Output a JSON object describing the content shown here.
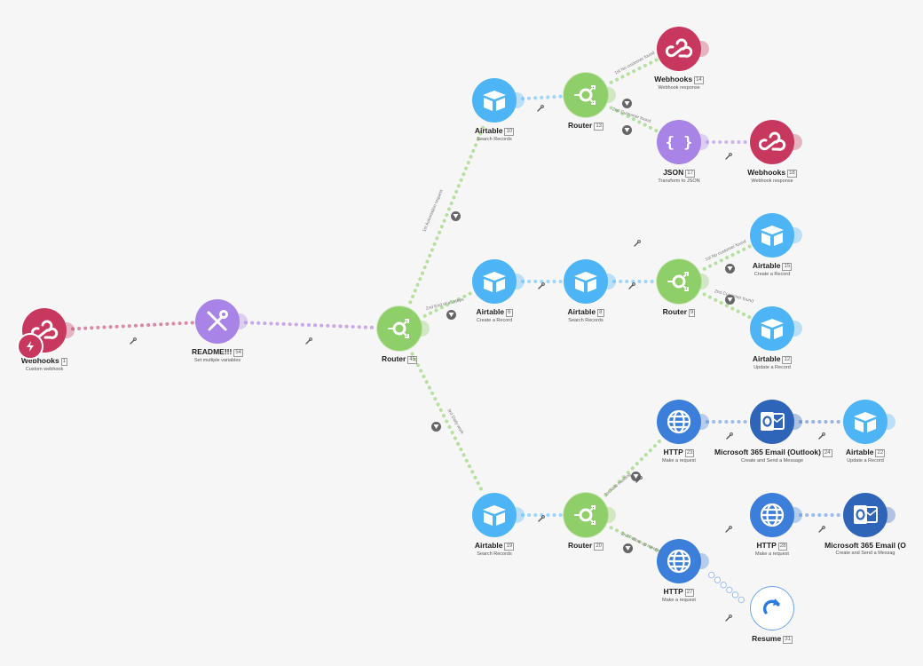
{
  "colors": {
    "webhook": "#c8385e",
    "tools": "#a884e6",
    "router": "#8fcf6a",
    "airtable": "#4db5f5",
    "json": "#a884e6",
    "http": "#3b7fdb",
    "outlook": "#2e65b8",
    "resume": "#ffffff"
  },
  "modules": [
    {
      "id": "m1",
      "title": "Webhooks",
      "num": "1",
      "subtitle": "Custom webhook",
      "type": "webhook",
      "trigger": true
    },
    {
      "id": "m54",
      "title": "README!!!",
      "num": "54",
      "subtitle": "Set multiple variables",
      "type": "tools"
    },
    {
      "id": "m45",
      "title": "Router",
      "num": "45",
      "subtitle": "",
      "type": "router"
    },
    {
      "id": "m10",
      "title": "Airtable",
      "num": "10",
      "subtitle": "Search Records",
      "type": "airtable"
    },
    {
      "id": "m13",
      "title": "Router",
      "num": "13",
      "subtitle": "",
      "type": "router"
    },
    {
      "id": "m14",
      "title": "Webhooks",
      "num": "14",
      "subtitle": "Webhook response",
      "type": "webhook"
    },
    {
      "id": "m17",
      "title": "JSON",
      "num": "17",
      "subtitle": "Transform to JSON",
      "type": "json"
    },
    {
      "id": "m18",
      "title": "Webhooks",
      "num": "18",
      "subtitle": "Webhook response",
      "type": "webhook"
    },
    {
      "id": "m6",
      "title": "Airtable",
      "num": "6",
      "subtitle": "Create a Record",
      "type": "airtable"
    },
    {
      "id": "m8",
      "title": "Airtable",
      "num": "8",
      "subtitle": "Search Records",
      "type": "airtable"
    },
    {
      "id": "m9",
      "title": "Router",
      "num": "9",
      "subtitle": "",
      "type": "router"
    },
    {
      "id": "m15",
      "title": "Airtable",
      "num": "15",
      "subtitle": "Create a Record",
      "type": "airtable"
    },
    {
      "id": "m12",
      "title": "Airtable",
      "num": "12",
      "subtitle": "Update a Record",
      "type": "airtable"
    },
    {
      "id": "m19",
      "title": "Airtable",
      "num": "19",
      "subtitle": "Search Records",
      "type": "airtable"
    },
    {
      "id": "m20",
      "title": "Router",
      "num": "20",
      "subtitle": "",
      "type": "router"
    },
    {
      "id": "m23",
      "title": "HTTP",
      "num": "23",
      "subtitle": "Make a request",
      "type": "http"
    },
    {
      "id": "m24",
      "title": "Microsoft 365 Email (Outlook)",
      "num": "24",
      "subtitle": "Create and Send a Message",
      "type": "outlook"
    },
    {
      "id": "m22",
      "title": "Airtable",
      "num": "22",
      "subtitle": "Update a Record",
      "type": "airtable"
    },
    {
      "id": "m27",
      "title": "HTTP",
      "num": "27",
      "subtitle": "Make a request",
      "type": "http"
    },
    {
      "id": "m28",
      "title": "HTTP",
      "num": "28",
      "subtitle": "Make a request",
      "type": "http"
    },
    {
      "id": "m29",
      "title": "Microsoft 365 Email (O",
      "num": "",
      "subtitle": "Create and Send a Messag",
      "type": "outlook"
    },
    {
      "id": "m31",
      "title": "Resume",
      "num": "31",
      "subtitle": "",
      "type": "resume"
    }
  ],
  "routes": [
    {
      "id": "r1",
      "label": "1st  Automation request"
    },
    {
      "id": "r2",
      "label": "2nd  End of all steps"
    },
    {
      "id": "r3",
      "label": "3rd  Daily work"
    },
    {
      "id": "r4",
      "label": "1st  No customer found"
    },
    {
      "id": "r5",
      "label": "2nd  Customer found"
    },
    {
      "id": "r6",
      "label": "1st  No customer found"
    },
    {
      "id": "r7",
      "label": "2nd  Customer found"
    },
    {
      "id": "r8",
      "label": "1st  New meeting"
    },
    {
      "id": "r9",
      "label": "2nd  Follow up meeting"
    }
  ]
}
